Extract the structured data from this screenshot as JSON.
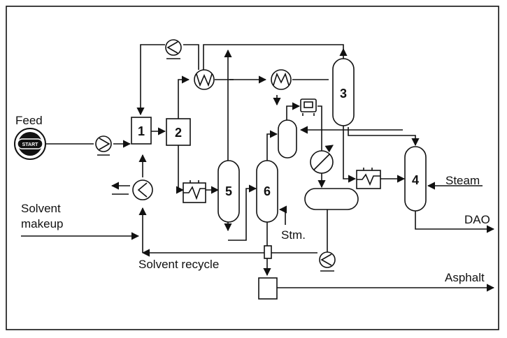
{
  "labels": {
    "feed": "Feed",
    "start": "START",
    "solvent_makeup_line1": "Solvent",
    "solvent_makeup_line2": "makeup",
    "solvent_recycle": "Solvent recycle",
    "steam": "Steam",
    "dao": "DAO",
    "stm": "Stm.",
    "asphalt": "Asphalt"
  },
  "units": {
    "u1": "1",
    "u2": "2",
    "u3": "3",
    "u4": "4",
    "u5": "5",
    "u6": "6"
  }
}
